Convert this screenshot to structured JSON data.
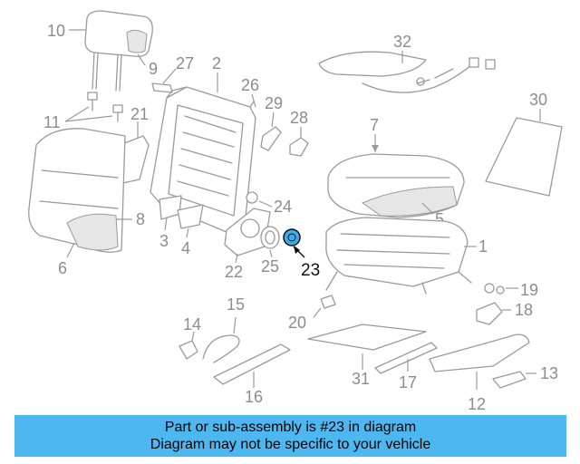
{
  "diagram": {
    "highlighted_part": "23",
    "highlight_color": "#3aaee8",
    "callouts": [
      "10",
      "9",
      "27",
      "2",
      "26",
      "32",
      "11",
      "21",
      "29",
      "28",
      "7",
      "30",
      "8",
      "6",
      "3",
      "4",
      "22",
      "24",
      "25",
      "23",
      "5",
      "1",
      "19",
      "18",
      "20",
      "15",
      "14",
      "31",
      "17",
      "12",
      "13",
      "16"
    ]
  },
  "banner": {
    "line1": "Part or sub-assembly is #23 in diagram",
    "line2": "Diagram may not be specific to your vehicle",
    "background": "#4db8f0"
  }
}
